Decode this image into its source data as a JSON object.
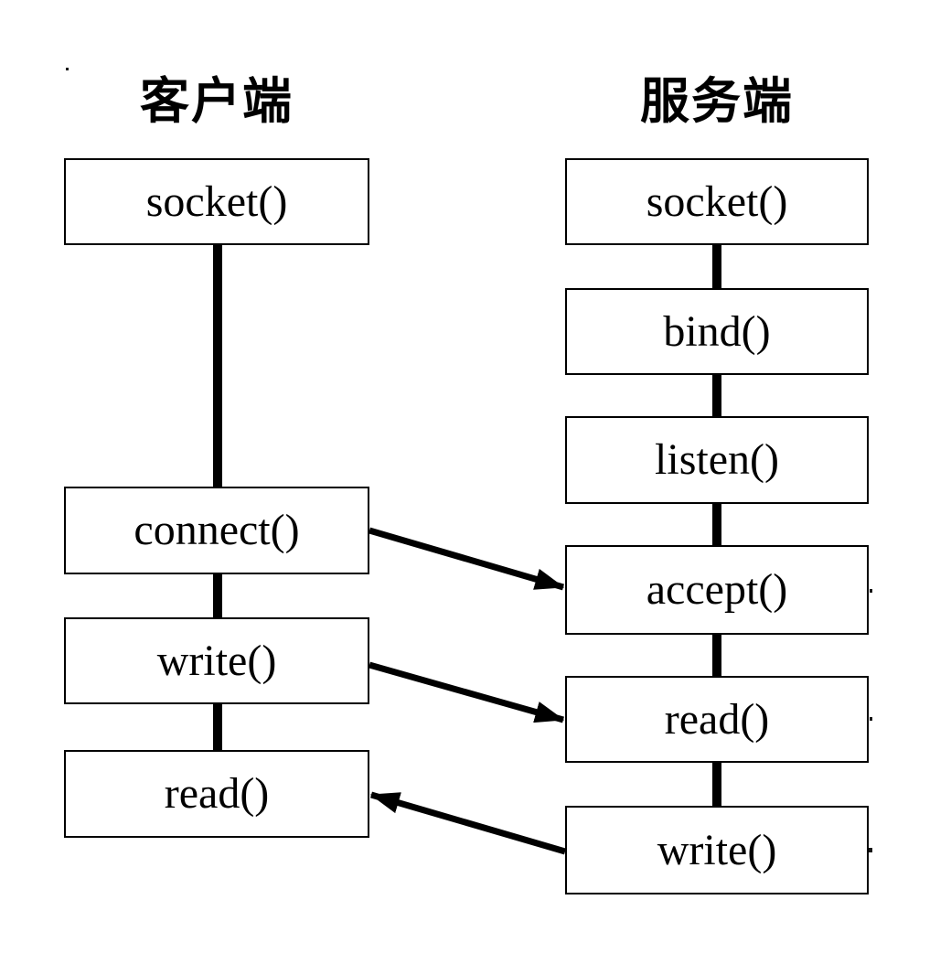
{
  "diagram": {
    "background_color": "#ffffff",
    "line_color": "#000000",
    "client": {
      "title": "客户端",
      "boxes": [
        {
          "label": "socket()"
        },
        {
          "label": "connect()"
        },
        {
          "label": "write()"
        },
        {
          "label": "read()"
        }
      ]
    },
    "server": {
      "title": "服务端",
      "boxes": [
        {
          "label": "socket()"
        },
        {
          "label": "bind()"
        },
        {
          "label": "listen()"
        },
        {
          "label": "accept()"
        },
        {
          "label": "read()"
        },
        {
          "label": "write()"
        }
      ]
    },
    "arrows": [
      {
        "from": "client connect()",
        "to": "server accept()"
      },
      {
        "from": "client write()",
        "to": "server read()"
      },
      {
        "from": "server write()",
        "to": "client read()"
      }
    ]
  }
}
